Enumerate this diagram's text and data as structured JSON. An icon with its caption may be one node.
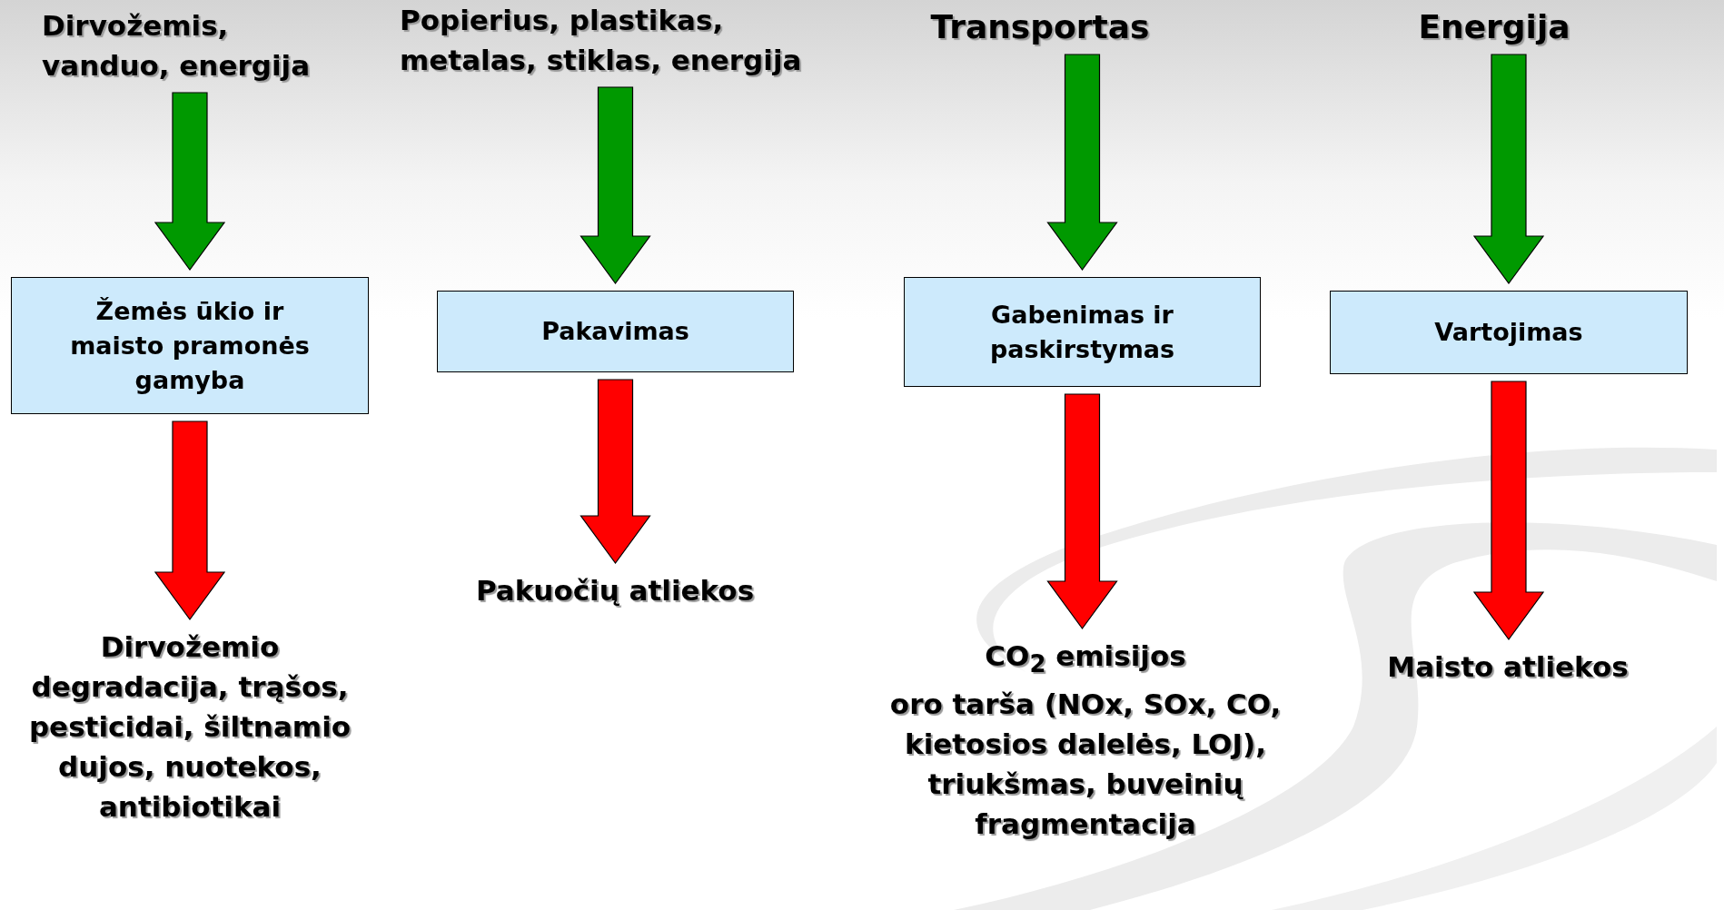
{
  "diagram": {
    "nodes": [
      {
        "text": [
          "Dirvožemis, vanduo, energija"
        ]
      },
      {
        "text": [
          "Popierius, plastikas, metalas, stiklas, energija"
        ]
      },
      {
        "text": [
          "Transportas"
        ]
      },
      {
        "text": [
          "Energija"
        ]
      },
      {
        "text": [
          "Žemės ūkio ir maisto pramonės gamyba"
        ]
      },
      {
        "text": [
          "Pakavimas"
        ]
      },
      {
        "text": [
          "Gabenimas ir paskirstymas"
        ]
      },
      {
        "text": [
          "Vartojimas"
        ]
      },
      {
        "text": [
          "Dirvožemio degradacija, trąšos, pesticidai, šiltnamio dujos, nuotekos, antibiotikai"
        ]
      },
      {
        "text": [
          "Pakuočių atliekos"
        ]
      },
      {
        "text": [
          "CO$_{2}$ emisijos",
          "oro tarša (NOx, SOx, CO, kietosios dalelės, LOJ), triukšmas, buveinių fragmentacija"
        ]
      },
      {
        "text": [
          "Maisto atliekos"
        ]
      }
    ],
    "edges": [
      {
        "from": 0,
        "to": 4,
        "arrow": "to",
        "color": "#009900"
      },
      {
        "from": 1,
        "to": 5,
        "arrow": "to",
        "color": "#009900"
      },
      {
        "from": 2,
        "to": 6,
        "arrow": "to",
        "color": "#009900"
      },
      {
        "from": 3,
        "to": 7,
        "arrow": "to",
        "color": "#009900"
      },
      {
        "from": 4,
        "to": 8,
        "arrow": "to",
        "color": "#ff0000"
      },
      {
        "from": 5,
        "to": 9,
        "arrow": "to",
        "color": "#ff0000"
      },
      {
        "from": 6,
        "to": 10,
        "arrow": "to",
        "color": "#ff0000"
      },
      {
        "from": 7,
        "to": 11,
        "arrow": "to",
        "color": "#ff0000"
      }
    ]
  }
}
